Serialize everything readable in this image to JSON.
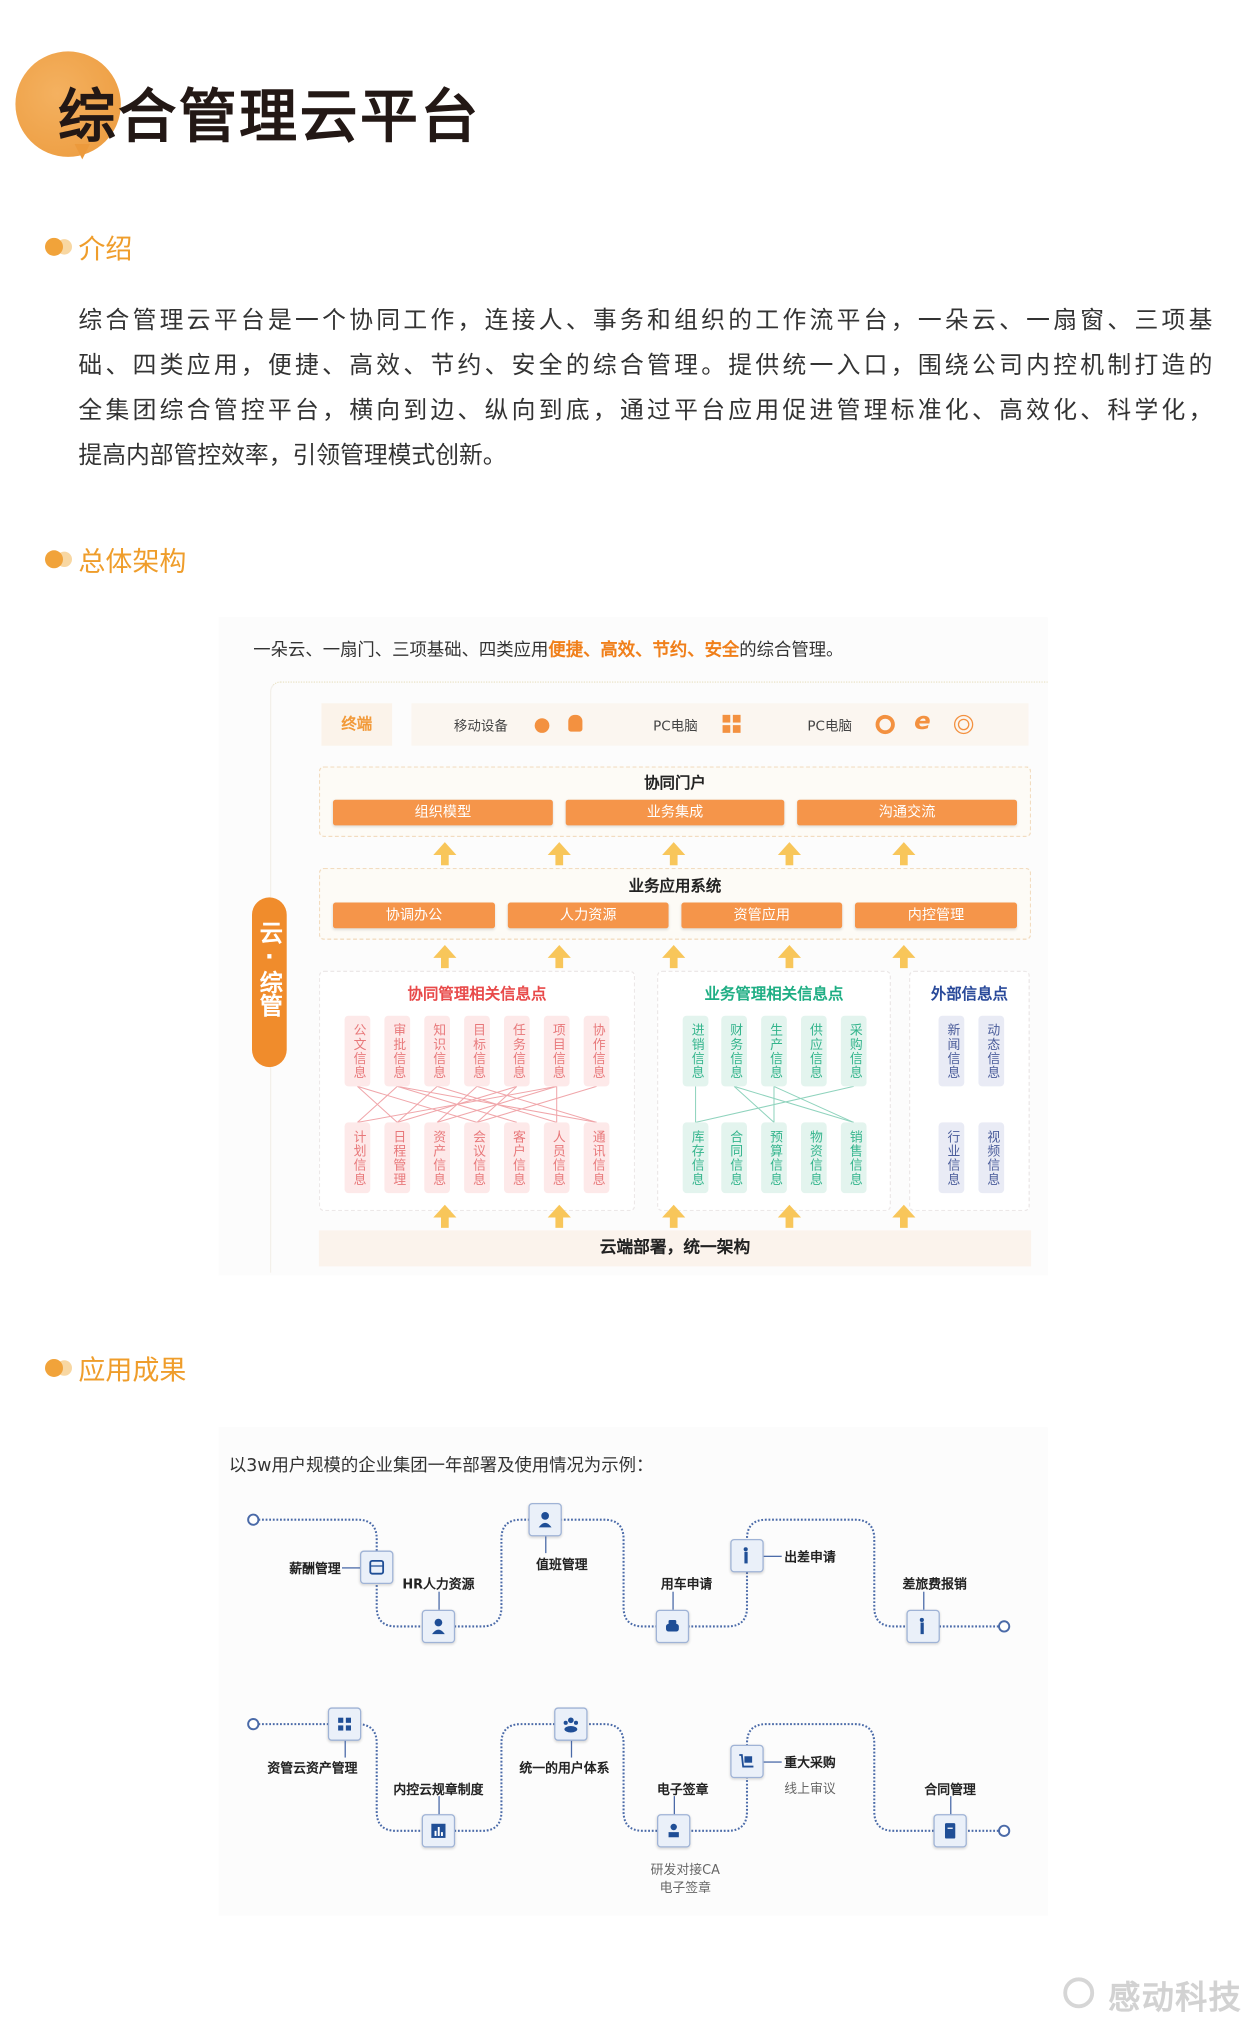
{
  "header": {
    "title": "综合管理云平台"
  },
  "intro": {
    "heading": "介绍",
    "lines": [
      "综合管理云平台是一个协同工作，连接人、事务和组织的工作流平台，一朵云、一扇窗、三项基",
      "础、四类应用，便捷、高效、节约、安全的综合管理。提供统一入口，围绕公司内控机制打造的",
      "全集团综合管控平台，横向到边、纵向到底，通过平台应用促进管理标准化、高效化、科学化，",
      "提高内部管控效率，引领管理模式创新。"
    ]
  },
  "architecture": {
    "heading": "总体架构",
    "caption_prefix": "一朵云、一扇门、三项基础、四类应用",
    "caption_highlight": "便捷、高效、节约、安全",
    "caption_suffix": "的综合管理。",
    "side_pill": "云·综管",
    "terminal": {
      "label": "终端",
      "mobile": "移动设备",
      "pc1": "PC电脑",
      "pc2": "PC电脑"
    },
    "portal": {
      "title": "协同门户",
      "buttons": [
        "组织模型",
        "业务集成",
        "沟通交流"
      ]
    },
    "apps": {
      "title": "业务应用系统",
      "buttons": [
        "协调办公",
        "人力资源",
        "资管应用",
        "内控管理"
      ]
    },
    "collab": {
      "title": "协同管理相关信息点",
      "top": [
        "公文信息",
        "审批信息",
        "知识信息",
        "目标信息",
        "任务信息",
        "项目信息",
        "协作信息"
      ],
      "bottom": [
        "计划信息",
        "日程管理",
        "资产信息",
        "会议信息",
        "客户信息",
        "人员信息",
        "通讯信息"
      ]
    },
    "business": {
      "title": "业务管理相关信息点",
      "top": [
        "进销信息",
        "财务信息",
        "生产信息",
        "供应信息",
        "采购信息"
      ],
      "bottom": [
        "库存信息",
        "合同信息",
        "预算信息",
        "物资信息",
        "销售信息"
      ]
    },
    "external": {
      "title": "外部信息点",
      "top": [
        "新闻信息",
        "动态信息"
      ],
      "bottom": [
        "行业信息",
        "视频信息"
      ]
    },
    "footer": "云端部署，统一架构"
  },
  "results": {
    "heading": "应用成果",
    "caption": "以3w用户规模的企业集团一年部署及使用情况为示例：",
    "row1": [
      "薪酬管理",
      "HR人力资源",
      "值班管理",
      "用车申请",
      "出差申请",
      "差旅费报销"
    ],
    "row2": [
      "资管云资产管理",
      "内控云规章制度",
      "统一的用户体系",
      "电子签章",
      "重大采购",
      "合同管理"
    ],
    "row2_notes": {
      "purchase": "线上审议",
      "ca_line1": "研发对接CA",
      "ca_line2": "电子签章"
    }
  },
  "brand": {
    "logo_text": "感动科技"
  },
  "colors": {
    "accent": "#f5954a",
    "heading": "#ef9d2b",
    "collab": "#e84a4a",
    "business": "#1fae84",
    "external": "#2a4a9a",
    "flow": "#1f4e96"
  }
}
